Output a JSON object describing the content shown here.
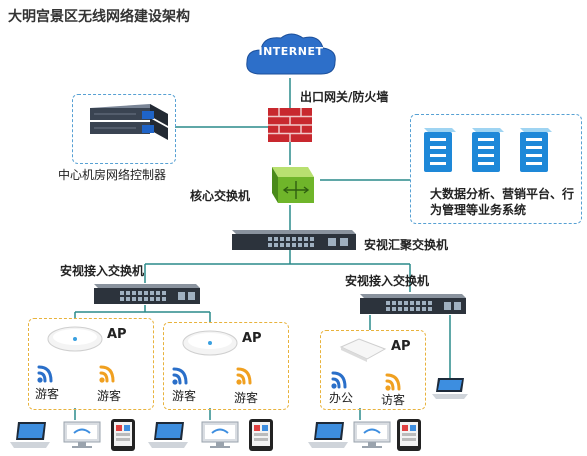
{
  "title": "大明宫景区无线网络建设架构",
  "internet": "INTERNET",
  "gateway_label": "出口网关/防火墙",
  "controller_label": "中心机房网络控制器",
  "core_label": "核心交换机",
  "bigdata_label": "大数据分析、营销平台、行为管理等业务系统",
  "agg_label": "安视汇聚交换机",
  "access_left_label": "安视接入交换机",
  "access_right_label": "安视接入交换机",
  "ap_groups": [
    {
      "ap": "AP",
      "user_a": "游客",
      "user_b": "游客"
    },
    {
      "ap": "AP",
      "user_a": "游客",
      "user_b": "游客"
    },
    {
      "ap": "AP",
      "user_a": "办公",
      "user_b": "访客"
    }
  ],
  "colors": {
    "line": "#2a8a8a",
    "dash_blue": "#56a0d3",
    "dash_orange": "#e8b23c",
    "wifi_blue": "#2a6fc9",
    "wifi_orange": "#f0a020"
  }
}
